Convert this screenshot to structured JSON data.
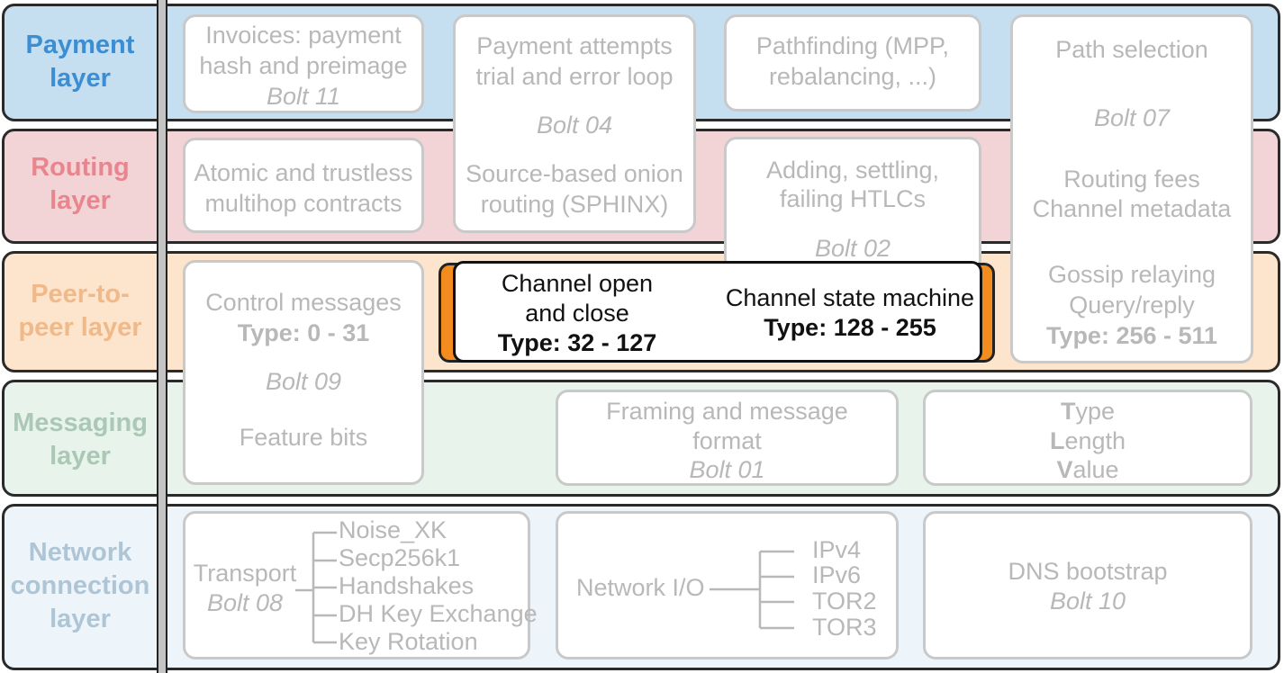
{
  "layers": {
    "payment": {
      "line1": "Payment",
      "line2": "layer"
    },
    "routing": {
      "line1": "Routing",
      "line2": "layer"
    },
    "p2p": {
      "line1": "Peer-to-",
      "line2": "peer layer"
    },
    "messaging": {
      "line1": "Messaging",
      "line2": "layer"
    },
    "network": {
      "line1": "Network",
      "line2": "connection",
      "line3": "layer"
    }
  },
  "boxes": {
    "invoices": {
      "line1": "Invoices: payment",
      "line2": "hash and preimage",
      "bolt": "Bolt 11"
    },
    "attempts": {
      "line1": "Payment attempts",
      "line2": "trial and error loop",
      "bolt": "Bolt 04",
      "line3": "Source-based onion",
      "line4": "routing (SPHINX)"
    },
    "pathfinding": {
      "line1": "Pathfinding (MPP,",
      "line2": "rebalancing, ...)"
    },
    "pathsel": {
      "line1": "Path selection",
      "bolt": "Bolt 07",
      "line2": "Routing fees",
      "line3": "Channel metadata",
      "line4": "Gossip relaying",
      "line5": "Query/reply",
      "line6": "Type: 256 - 511"
    },
    "atomic": {
      "line1": "Atomic and trustless",
      "line2": "multihop contracts"
    },
    "htlc": {
      "line1": "Adding, settling,",
      "line2": "failing HTLCs",
      "bolt": "Bolt 02"
    },
    "control": {
      "line1": "Control messages",
      "line2": "Type: 0 - 31",
      "bolt": "Bolt 09",
      "line3": "Feature bits"
    },
    "channel": {
      "open1": "Channel open",
      "open2": "and close",
      "open3": "Type: 32 - 127",
      "state1": "Channel state machine",
      "state2": "Type: 128 - 255"
    },
    "framing": {
      "line1": "Framing and message",
      "line2": "format",
      "bolt": "Bolt 01"
    },
    "tlv": {
      "t": "T",
      "t_rest": "ype",
      "l": "L",
      "l_rest": "ength",
      "v": "V",
      "v_rest": "alue"
    },
    "transport": {
      "line1": "Transport",
      "bolt": "Bolt 08",
      "leaves": [
        "Noise_XK",
        "Secp256k1",
        "Handshakes",
        "DH Key Exchange",
        "Key Rotation"
      ]
    },
    "netio": {
      "line1": "Network I/O",
      "leaves": [
        "IPv4",
        "IPv6",
        "TOR2",
        "TOR3"
      ]
    },
    "dns": {
      "line1": "DNS bootstrap",
      "bolt": "Bolt 10"
    }
  },
  "colors": {
    "payment_bg": "#c5def0",
    "routing_bg": "#f2d4d6",
    "p2p_bg": "#fde4cc",
    "messaging_bg": "#e8f3ec",
    "network_bg": "#eef5fa",
    "payment_label": "#3b8ed3",
    "routing_label": "#e8858e",
    "p2p_label": "#f0b98a",
    "messaging_label": "#aac8b4",
    "network_label": "#aec5d6",
    "accent": "#f28c1e"
  }
}
